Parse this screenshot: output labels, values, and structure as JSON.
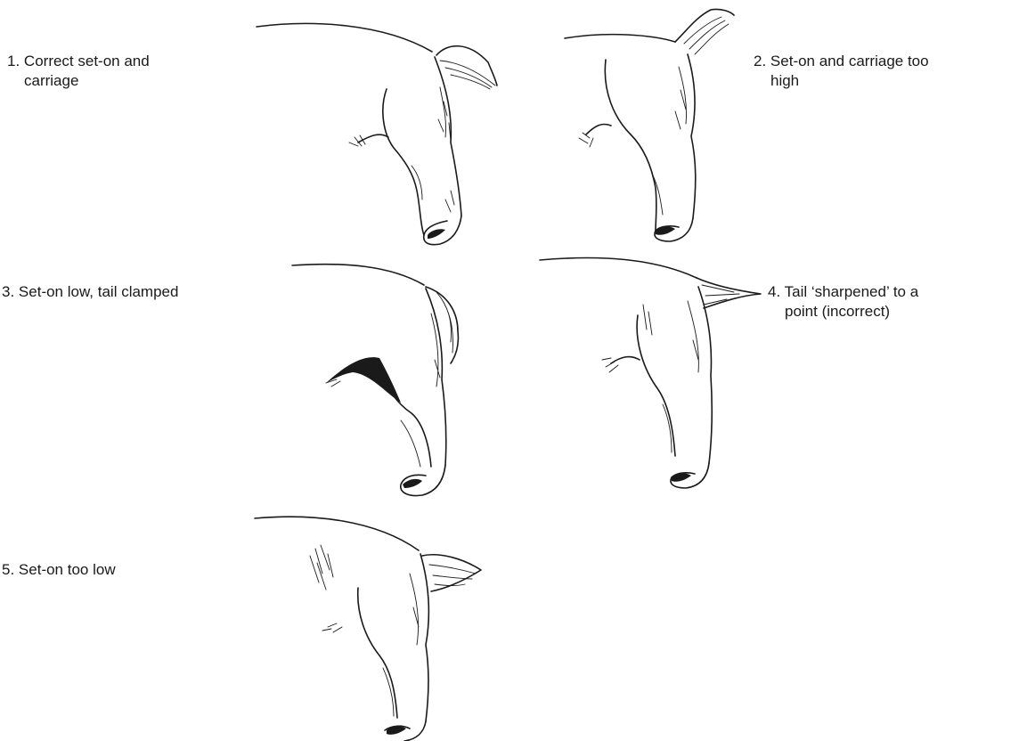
{
  "figures": [
    {
      "number": "1.",
      "caption_line1": "Correct set-on and",
      "caption_line2": "carriage"
    },
    {
      "number": "2.",
      "caption_line1": "Set-on and carriage too",
      "caption_line2": "high"
    },
    {
      "number": "3.",
      "caption_line1": "Set-on low, tail clamped",
      "caption_line2": ""
    },
    {
      "number": "4.",
      "caption_line1": "Tail ‘sharpened’ to a",
      "caption_line2": "point (incorrect)"
    },
    {
      "number": "5.",
      "caption_line1": "Set-on too low",
      "caption_line2": ""
    }
  ]
}
